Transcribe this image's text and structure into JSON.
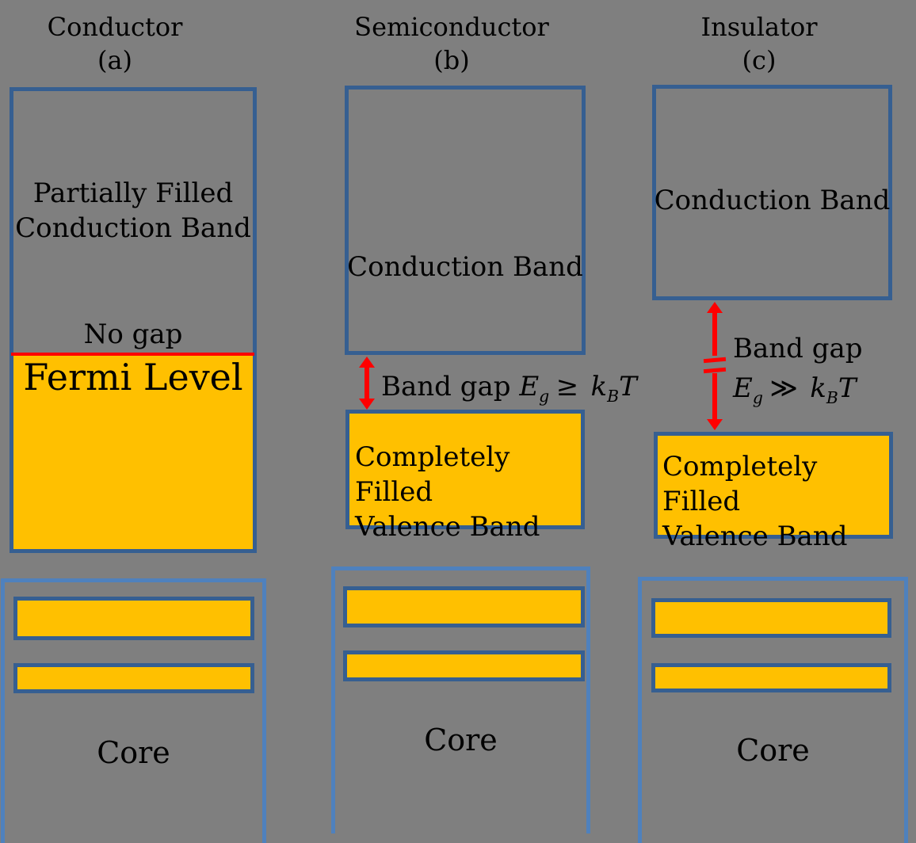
{
  "diagram": {
    "conductor": {
      "title": "Conductor",
      "tag": "(a)",
      "band_line1": "Partially Filled",
      "band_line2": "Conduction Band",
      "no_gap": "No gap",
      "fermi": "Fermi Level",
      "core": "Core"
    },
    "semiconductor": {
      "title": "Semiconductor",
      "tag": "(b)",
      "conduction": "Conduction Band",
      "gap_text": "Band gap",
      "eq": {
        "lhs": "E",
        "lhs_sub": "g",
        "rel": "≥",
        "rhs": "k",
        "rhs_sub": "B",
        "rhs2": "T"
      },
      "valence_line1": "Completely Filled",
      "valence_line2": "Valence Band",
      "core": "Core"
    },
    "insulator": {
      "title": "Insulator",
      "tag": "(c)",
      "conduction": "Conduction Band",
      "gap_text": "Band gap",
      "eq": {
        "lhs": "E",
        "lhs_sub": "g",
        "rel": "≫",
        "rhs": "k",
        "rhs_sub": "B",
        "rhs2": "T"
      },
      "valence_line1": "Completely Filled",
      "valence_line2": "Valence Band",
      "core": "Core"
    },
    "colors": {
      "background": "#7f7f7f",
      "band_border": "#365f91",
      "core_border": "#4f81bd",
      "band_fill": "#ffc000",
      "gap_arrow": "#ff0000",
      "fermi_line": "#ff0000",
      "text": "#000000"
    }
  }
}
